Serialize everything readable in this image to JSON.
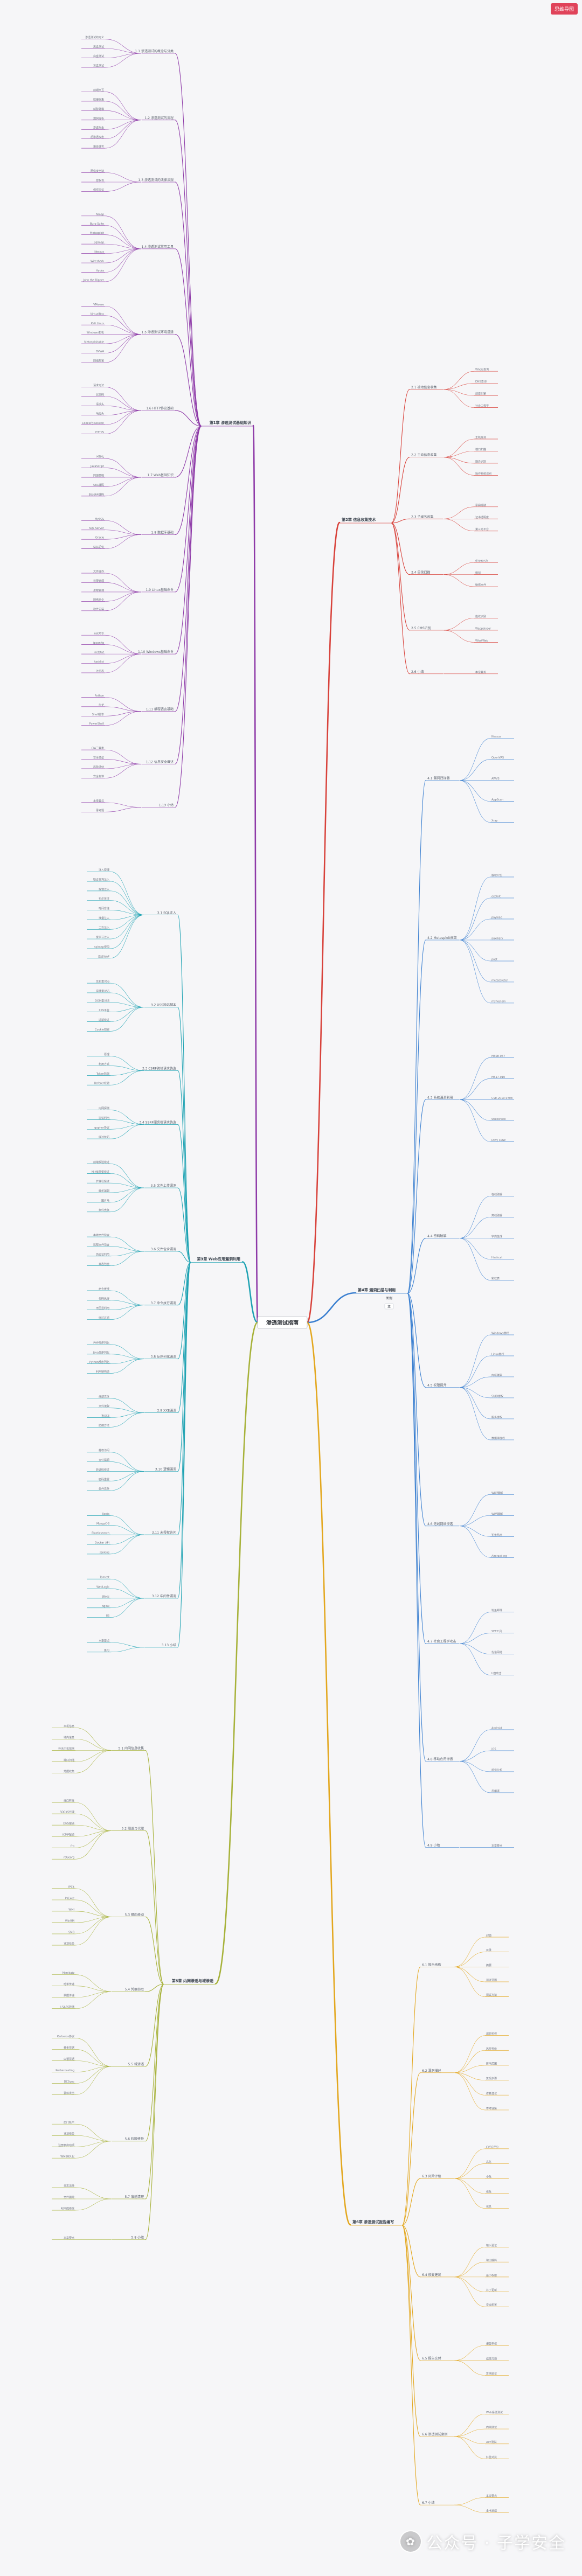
{
  "canvas": {
    "background": "#f6f6f8",
    "link_color": "#c9cbd2"
  },
  "badge": {
    "label": "思维导图",
    "color": "#e0435a"
  },
  "legend": {
    "title": "图例",
    "item": "主"
  },
  "watermark": {
    "label": "公众号 · 子学安全",
    "icon": "wechat-logo"
  },
  "mindmap": {
    "root": "渗透测试指南",
    "branches": [
      {
        "id": "b1",
        "side": "left",
        "color": "#8e3aa8",
        "label": "第1章 渗透测试基础知识",
        "groups": [
          {
            "label": "1.1 渗透测试的概念与分类",
            "children": [
              "渗透测试的定义",
              "黑盒测试",
              "白盒测试",
              "灰盒测试"
            ]
          },
          {
            "label": "1.2 渗透测试的流程",
            "children": [
              "前期交互",
              "情报收集",
              "威胁建模",
              "漏洞分析",
              "渗透攻击",
              "后渗透攻击",
              "报告编写"
            ]
          },
          {
            "label": "1.3 渗透测试的法律法规",
            "children": [
              "网络安全法",
              "授权书",
              "保密协议"
            ]
          },
          {
            "label": "1.4 渗透测试常用工具",
            "children": [
              "Nmap",
              "Burp Suite",
              "Metasploit",
              "sqlmap",
              "Nessus",
              "Wireshark",
              "Hydra",
              "John the Ripper"
            ]
          },
          {
            "label": "1.5 渗透测试环境搭建",
            "children": [
              "VMware",
              "VirtualBox",
              "Kali Linux",
              "Windows靶机",
              "Metasploitable",
              "DVWA",
              "网络配置"
            ]
          },
          {
            "label": "1.6 HTTP协议基础",
            "children": [
              "请求方法",
              "状态码",
              "请求头",
              "响应头",
              "Cookie与Session",
              "HTTPS"
            ]
          },
          {
            "label": "1.7 Web基础知识",
            "children": [
              "HTML",
              "JavaScript",
              "同源策略",
              "URL编码",
              "Base64编码"
            ]
          },
          {
            "label": "1.8 数据库基础",
            "children": [
              "MySQL",
              "SQL Server",
              "Oracle",
              "SQL语句"
            ]
          },
          {
            "label": "1.9 Linux基础命令",
            "children": [
              "文件操作",
              "权限管理",
              "进程管理",
              "网络命令",
              "软件安装"
            ]
          },
          {
            "label": "1.10 Windows基础命令",
            "children": [
              "net命令",
              "ipconfig",
              "netstat",
              "tasklist",
              "注册表"
            ]
          },
          {
            "label": "1.11 编程语言基础",
            "children": [
              "Python",
              "PHP",
              "Shell脚本",
              "PowerShell"
            ]
          },
          {
            "label": "1.12 信息安全概述",
            "children": [
              "CIA三要素",
              "安全模型",
              "风险评估",
              "安全标准"
            ]
          },
          {
            "label": "1.13 小结",
            "children": [
              "本章要点",
              "思考题"
            ]
          }
        ]
      },
      {
        "id": "b2",
        "side": "left",
        "color": "#1fa3b3",
        "label": "第3章 Web应用漏洞利用",
        "groups": [
          {
            "label": "3.1 SQL注入",
            "children": [
              "注入原理",
              "联合查询注入",
              "报错注入",
              "布尔盲注",
              "时间盲注",
              "堆叠注入",
              "二次注入",
              "宽字节注入",
              "sqlmap使用",
              "绕过WAF"
            ]
          },
          {
            "label": "3.2 XSS跨站脚本",
            "children": [
              "反射型XSS",
              "存储型XSS",
              "DOM型XSS",
              "XSS平台",
              "过滤绕过",
              "Cookie窃取"
            ]
          },
          {
            "label": "3.3 CSRF跨站请求伪造",
            "children": [
              "原理",
              "利用方式",
              "Token防御",
              "Referer校验"
            ]
          },
          {
            "label": "3.4 SSRF服务端请求伪造",
            "children": [
              "内网探测",
              "协议利用",
              "gopher协议",
              "绕过技巧"
            ]
          },
          {
            "label": "3.5 文件上传漏洞",
            "children": [
              "前端校验绕过",
              "MIME类型绕过",
              "扩展名绕过",
              "解析漏洞",
              "图片马",
              "条件竞争"
            ]
          },
          {
            "label": "3.6 文件包含漏洞",
            "children": [
              "本地文件包含",
              "远程文件包含",
              "伪协议利用",
              "日志包含"
            ]
          },
          {
            "label": "3.7 命令执行漏洞",
            "children": [
              "命令拼接",
              "代码执行",
              "无回显利用",
              "绕过过滤"
            ]
          },
          {
            "label": "3.8 反序列化漏洞",
            "children": [
              "PHP反序列化",
              "Java反序列化",
              "Python反序列化",
              "利用链构造"
            ]
          },
          {
            "label": "3.9 XXE漏洞",
            "children": [
              "外部实体",
              "文件读取",
              "盲XXE",
              "防御方法"
            ]
          },
          {
            "label": "3.10 逻辑漏洞",
            "children": [
              "越权访问",
              "支付漏洞",
              "验证码绕过",
              "密码重置",
              "条件竞争"
            ]
          },
          {
            "label": "3.11 未授权访问",
            "children": [
              "Redis",
              "MongoDB",
              "Elasticsearch",
              "Docker API",
              "Jenkins"
            ]
          },
          {
            "label": "3.12 中间件漏洞",
            "children": [
              "Tomcat",
              "WebLogic",
              "JBoss",
              "Nginx",
              "IIS"
            ]
          },
          {
            "label": "3.13 小结",
            "children": [
              "本章要点",
              "练习"
            ]
          }
        ]
      },
      {
        "id": "b3",
        "side": "left",
        "color": "#a7b23a",
        "label": "第5章 内网渗透与域渗透",
        "groups": [
          {
            "label": "5.1 内网信息收集",
            "children": [
              "本机信息",
              "域内信息",
              "存活主机探测",
              "端口扫描",
              "凭据收集"
            ]
          },
          {
            "label": "5.2 隧道与代理",
            "children": [
              "端口转发",
              "SOCKS代理",
              "DNS隧道",
              "ICMP隧道",
              "frp",
              "reGeorg"
            ]
          },
          {
            "label": "5.3 横向移动",
            "children": [
              "IPC$",
              "PsExec",
              "WMI",
              "WinRM",
              "SMB",
              "计划任务"
            ]
          },
          {
            "label": "5.4 凭据窃取",
            "children": [
              "Mimikatz",
              "哈希传递",
              "票据传递",
              "LSASS转储"
            ]
          },
          {
            "label": "5.5 域渗透",
            "children": [
              "Kerberos协议",
              "黄金票据",
              "白银票据",
              "Kerberoasting",
              "DCSync",
              "委派攻击"
            ]
          },
          {
            "label": "5.6 权限维持",
            "children": [
              "后门账户",
              "计划任务",
              "注册表启动项",
              "WMI持久化"
            ]
          },
          {
            "label": "5.7 痕迹清理",
            "children": [
              "日志清除",
              "文件删除",
              "时间戳修改"
            ]
          },
          {
            "label": "5.8 小结",
            "children": [
              "本章要点"
            ]
          }
        ]
      },
      {
        "id": "b4",
        "side": "right",
        "color": "#d8423b",
        "label": "第2章 信息收集技术",
        "groups": [
          {
            "label": "2.1 被动信息收集",
            "children": [
              "Whois查询",
              "DNS查询",
              "搜索引擎",
              "社会工程学"
            ]
          },
          {
            "label": "2.2 主动信息收集",
            "children": [
              "主机发现",
              "端口扫描",
              "服务识别",
              "操作系统识别"
            ]
          },
          {
            "label": "2.3 子域名收集",
            "children": [
              "字典爆破",
              "证书透明度",
              "第三方平台"
            ]
          },
          {
            "label": "2.4 目录扫描",
            "children": [
              "dirsearch",
              "御剑",
              "敏感文件"
            ]
          },
          {
            "label": "2.5 CMS识别",
            "children": [
              "指纹识别",
              "Wappalyzer",
              "WhatWeb"
            ]
          },
          {
            "label": "2.6 小结",
            "children": [
              "本章要点"
            ]
          }
        ]
      },
      {
        "id": "b5",
        "side": "right",
        "color": "#3a7fd0",
        "label": "第4章 漏洞扫描与利用",
        "groups": [
          {
            "label": "4.1 漏洞扫描器",
            "children": [
              "Nessus",
              "OpenVAS",
              "AWVS",
              "AppScan",
              "Xray"
            ]
          },
          {
            "label": "4.2 Metasploit框架",
            "children": [
              "模块介绍",
              "exploit",
              "payload",
              "auxiliary",
              "post",
              "meterpreter",
              "msfvenom"
            ]
          },
          {
            "label": "4.3 系统漏洞利用",
            "children": [
              "MS08-067",
              "MS17-010",
              "CVE-2019-0708",
              "Shellshock",
              "Dirty COW"
            ]
          },
          {
            "label": "4.4 密码破解",
            "children": [
              "在线破解",
              "离线破解",
              "字典生成",
              "Hashcat",
              "彩虹表"
            ]
          },
          {
            "label": "4.5 权限提升",
            "children": [
              "Windows提权",
              "Linux提权",
              "内核漏洞",
              "SUID提权",
              "服务提权",
              "数据库提权"
            ]
          },
          {
            "label": "4.6 无线网络渗透",
            "children": [
              "WEP破解",
              "WPA破解",
              "钓鱼热点",
              "Aircrack-ng"
            ]
          },
          {
            "label": "4.7 社会工程学攻击",
            "children": [
              "钓鱼邮件",
              "SET工具",
              "伪造网站",
              "U盘攻击"
            ]
          },
          {
            "label": "4.8 移动应用渗透",
            "children": [
              "Android",
              "iOS",
              "抓包分析",
              "反编译"
            ]
          },
          {
            "label": "4.9 小结",
            "children": [
              "本章要点"
            ]
          }
        ]
      },
      {
        "id": "b6",
        "side": "right",
        "color": "#e3a71e",
        "label": "第6章 渗透测试报告编写",
        "groups": [
          {
            "label": "6.1 报告结构",
            "children": [
              "封面",
              "目录",
              "摘要",
              "测试范围",
              "测试方法"
            ]
          },
          {
            "label": "6.2 漏洞描述",
            "children": [
              "漏洞名称",
              "风险等级",
              "影响范围",
              "复现步骤",
              "修复建议",
              "参考链接"
            ]
          },
          {
            "label": "6.3 风险评级",
            "children": [
              "CVSS评分",
              "高危",
              "中危",
              "低危",
              "信息"
            ]
          },
          {
            "label": "6.4 修复建议",
            "children": [
              "输入验证",
              "输出编码",
              "最小权限",
              "补丁更新",
              "安全配置"
            ]
          },
          {
            "label": "6.5 报告交付",
            "children": [
              "报告审核",
              "结果沟通",
              "复测验证"
            ]
          },
          {
            "label": "6.6 渗透测试案例",
            "children": [
              "Web系统测试",
              "内网测试",
              "APP测试",
              "红蓝对抗"
            ]
          },
          {
            "label": "6.7 小结",
            "children": [
              "本章要点",
              "全书总结"
            ]
          }
        ]
      }
    ]
  }
}
